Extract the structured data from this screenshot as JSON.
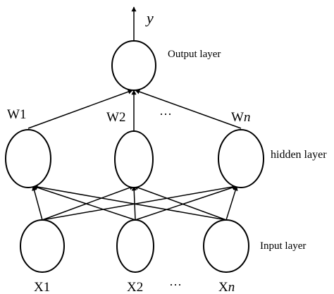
{
  "output": {
    "variable": "y",
    "layer_label": "Output layer"
  },
  "hidden": {
    "layer_label": "hidden layer",
    "weights": [
      {
        "prefix": "W",
        "index": "1",
        "index_italic": false
      },
      {
        "prefix": "W",
        "index": "2",
        "index_italic": false
      },
      {
        "prefix": "W",
        "index": "n",
        "index_italic": true
      }
    ],
    "ellipsis": "···"
  },
  "input": {
    "layer_label": "Input layer",
    "nodes": [
      {
        "prefix": "X",
        "index": "1",
        "index_italic": false
      },
      {
        "prefix": "X",
        "index": "2",
        "index_italic": false
      },
      {
        "prefix": "X",
        "index": "n",
        "index_italic": true
      }
    ],
    "ellipsis": "···"
  }
}
